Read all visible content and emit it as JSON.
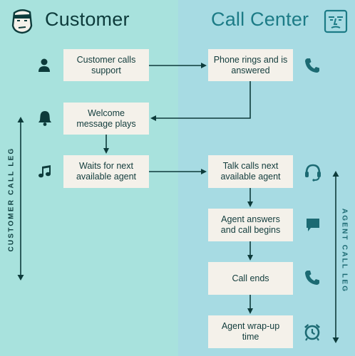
{
  "lanes": {
    "customer": {
      "title": "Customer",
      "color": "#a8e2dd"
    },
    "call_center": {
      "title": "Call Center",
      "color": "#a7dbe3"
    }
  },
  "steps": {
    "customer_calls": "Customer calls support",
    "phone_rings": "Phone rings and is answered",
    "welcome": "Welcome message plays",
    "waits": "Waits for next available agent",
    "talk_calls": "Talk calls next available agent",
    "agent_answers": "Agent answers and call begins",
    "call_ends": "Call ends",
    "wrap_up": "Agent wrap-up time"
  },
  "legs": {
    "customer": "CUSTOMER CALL LEG",
    "agent": "AGENT CALL LEG"
  },
  "icons": [
    "person-icon",
    "phone-icon",
    "bell-icon",
    "music-note-icon",
    "headset-icon",
    "chat-bubble-icon",
    "phone-icon",
    "alarm-clock-icon"
  ],
  "colors": {
    "box": "#f4f1ea",
    "ink": "#0d3b3b",
    "accent": "#1c7b86"
  }
}
